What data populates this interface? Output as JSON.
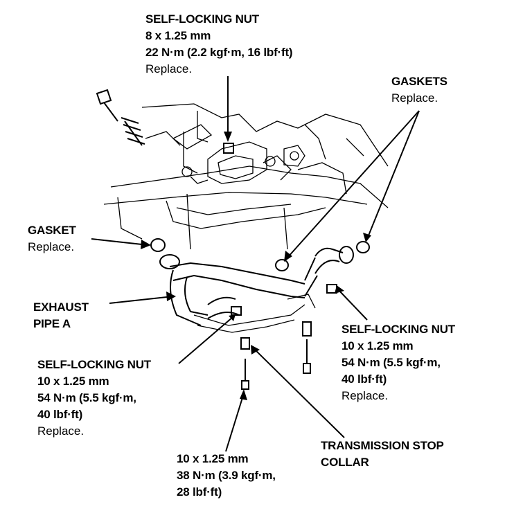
{
  "callouts": {
    "top_nut": {
      "title": "SELF-LOCKING NUT",
      "size": "8 x 1.25 mm",
      "torque": "22 N·m (2.2 kgf·m, 16 lbf·ft)",
      "note": "Replace."
    },
    "gaskets": {
      "title": "GASKETS",
      "note": "Replace."
    },
    "gasket": {
      "title": "GASKET",
      "note": "Replace."
    },
    "exhaust_pipe": {
      "line1": "EXHAUST",
      "line2": "PIPE A"
    },
    "right_nut": {
      "title": "SELF-LOCKING NUT",
      "size": "10 x 1.25 mm",
      "torque1": "54 N·m (5.5 kgf·m,",
      "torque2": "40 lbf·ft)",
      "note": "Replace."
    },
    "left_nut": {
      "title": "SELF-LOCKING NUT",
      "size": "10 x 1.25 mm",
      "torque1": "54 N·m (5.5 kgf·m,",
      "torque2": "40 lbf·ft)",
      "note": "Replace."
    },
    "bolt": {
      "size": "10 x 1.25 mm",
      "torque1": "38 N·m (3.9 kgf·m,",
      "torque2": "28 lbf·ft)"
    },
    "collar": {
      "line1": "TRANSMISSION STOP",
      "line2": "COLLAR"
    }
  }
}
